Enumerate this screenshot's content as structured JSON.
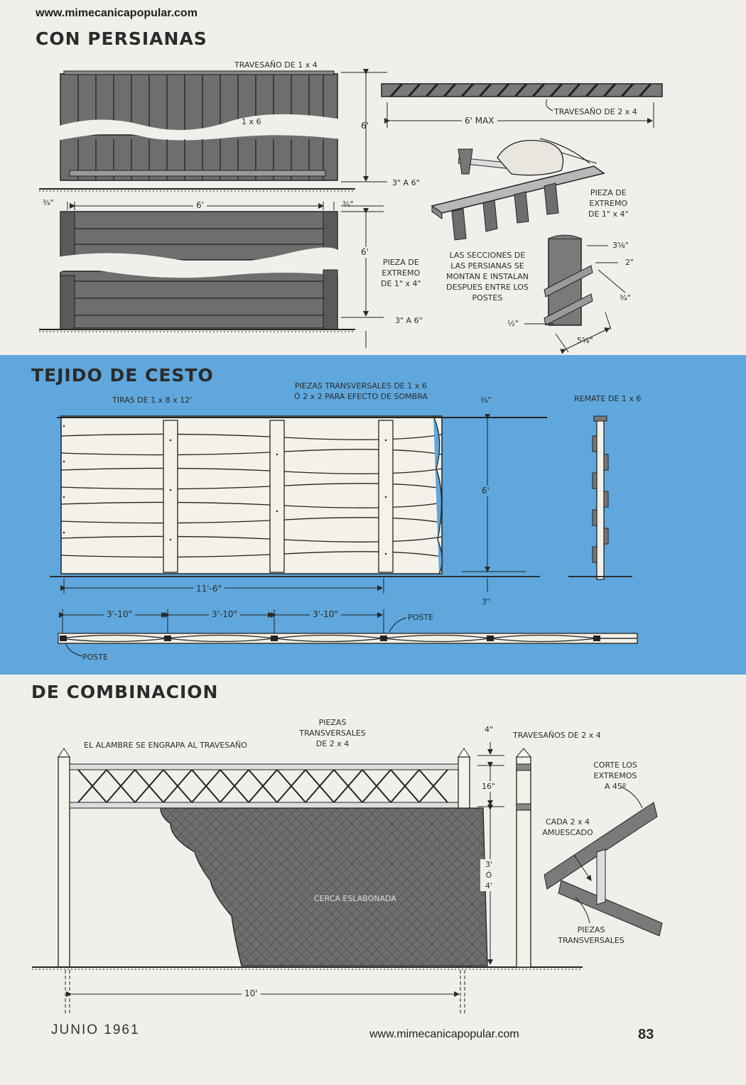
{
  "header": {
    "url": "www.mimecanicapopular.com"
  },
  "persianas": {
    "title": "CON PERSIANAS",
    "labels": {
      "travesano_1x4": "TRAVESAÑO DE 1 x 4",
      "board_1x6": "1 x 6",
      "height_6_top": "6'",
      "gap_top": "3\" A 6\"",
      "overhang_left": "¾\"",
      "width_6": "6'",
      "overhang_right": "¾\"",
      "height_6_bottom": "6'",
      "pieza_extremo": [
        "PIEZA DE",
        "EXTREMO",
        "DE 1\" x 4\""
      ],
      "gap_bottom": "3\" A 6\"",
      "travesano_2x4": "TRAVESAÑO DE 2 x 4",
      "max_6": "6' MAX",
      "pieza_extremo_hammer": [
        "PIEZA DE",
        "EXTREMO",
        "DE 1\" x 4\""
      ],
      "note": [
        "LAS SECCIONES DE",
        "LAS PERSIANAS SE",
        "MONTAN E INSTALAN",
        "DESPUES ENTRE LOS",
        "POSTES"
      ],
      "dim_3_5_8": "3⅝\"",
      "dim_2": "2\"",
      "dim_3_4": "¾\"",
      "dim_1_2": "½\"",
      "dim_5_5_8": "5⅝\""
    }
  },
  "cesto": {
    "title": "TEJIDO DE CESTO",
    "band_color": "#5fa7dc",
    "labels": {
      "tiras": "TIRAS DE 1 x 8 x 12'",
      "piezas": [
        "PIEZAS TRANSVERSALES DE 1 x 6",
        "Ó 2 x 2 PARA EFECTO DE SOMBRA"
      ],
      "top_3_4": "¾\"",
      "remate": "REMATE DE 1 x 6",
      "height_6": "6'",
      "width_11_6": "11'-6\"",
      "gap_3": "3\"",
      "span_1": "3'-10\"",
      "span_2": "3'-10\"",
      "span_3": "3'-10\"",
      "poste_right": "POSTE",
      "poste_left": "POSTE"
    }
  },
  "combinacion": {
    "title": "DE COMBINACION",
    "labels": {
      "alambre": "EL ALAMBRE SE ENGRAPA AL TRAVESAÑO",
      "piezas_2x4": [
        "PIEZAS",
        "TRANSVERSALES",
        "DE 2 x 4"
      ],
      "dim_4": "4\"",
      "travesanos": "TRAVESAÑOS DE 2 x 4",
      "dim_16": "16\"",
      "corte": [
        "CORTE LOS",
        "EXTREMOS",
        "A 45º"
      ],
      "cada": [
        "CADA 2 x 4",
        "AMUESCADO"
      ],
      "height_3_o_4": [
        "3'",
        "Ó",
        "4'"
      ],
      "cerca": "CERCA ESLABONADA",
      "piezas_transversales": [
        "PIEZAS",
        "TRANSVERSALES"
      ],
      "width_10": "10'"
    }
  },
  "footer": {
    "date": "JUNIO  1961",
    "url": "www.mimecanicapopular.com",
    "page": "83"
  }
}
